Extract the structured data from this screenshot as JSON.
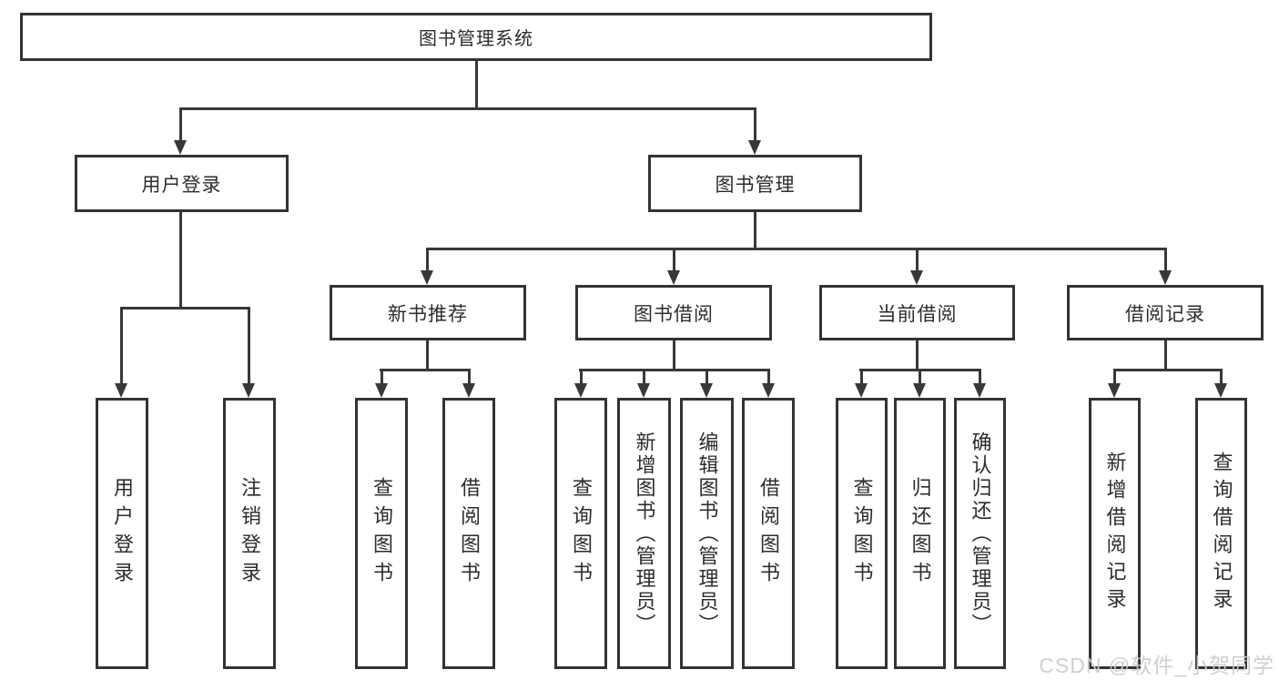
{
  "diagram": {
    "title": "图书管理系统",
    "watermark": "CSDN @软件_小贺同学",
    "nodes": {
      "root": "图书管理系统",
      "user_login": "用户登录",
      "book_mgmt": "图书管理",
      "new_book_rec": "新书推荐",
      "book_borrow": "图书借阅",
      "current_borrow": "当前借阅",
      "borrow_record": "借阅记录",
      "leaf_user_login": "用户登录",
      "leaf_logout": "注销登录",
      "leaf_rec_query": "查询图书",
      "leaf_rec_borrow": "借阅图书",
      "leaf_bb_query": "查询图书",
      "leaf_bb_add": "新增图书（管理员）",
      "leaf_bb_edit": "编辑图书（管理员）",
      "leaf_bb_borrow": "借阅图书",
      "leaf_cb_query": "查询图书",
      "leaf_cb_return": "归还图书",
      "leaf_cb_confirm": "确认归还（管理员）",
      "leaf_br_add": "新增借阅记录",
      "leaf_br_query": "查询借阅记录"
    },
    "hierarchy": {
      "图书管理系统": {
        "用户登录": [
          "用户登录",
          "注销登录"
        ],
        "图书管理": {
          "新书推荐": [
            "查询图书",
            "借阅图书"
          ],
          "图书借阅": [
            "查询图书",
            "新增图书（管理员）",
            "编辑图书（管理员）",
            "借阅图书"
          ],
          "当前借阅": [
            "查询图书",
            "归还图书",
            "确认归还（管理员）"
          ],
          "借阅记录": [
            "新增借阅记录",
            "查询借阅记录"
          ]
        }
      }
    },
    "colors": {
      "line": "#383838",
      "box_border": "#333333",
      "text": "#2d2d2d",
      "background": "#ffffff",
      "watermark": "#cbcbcb"
    }
  }
}
